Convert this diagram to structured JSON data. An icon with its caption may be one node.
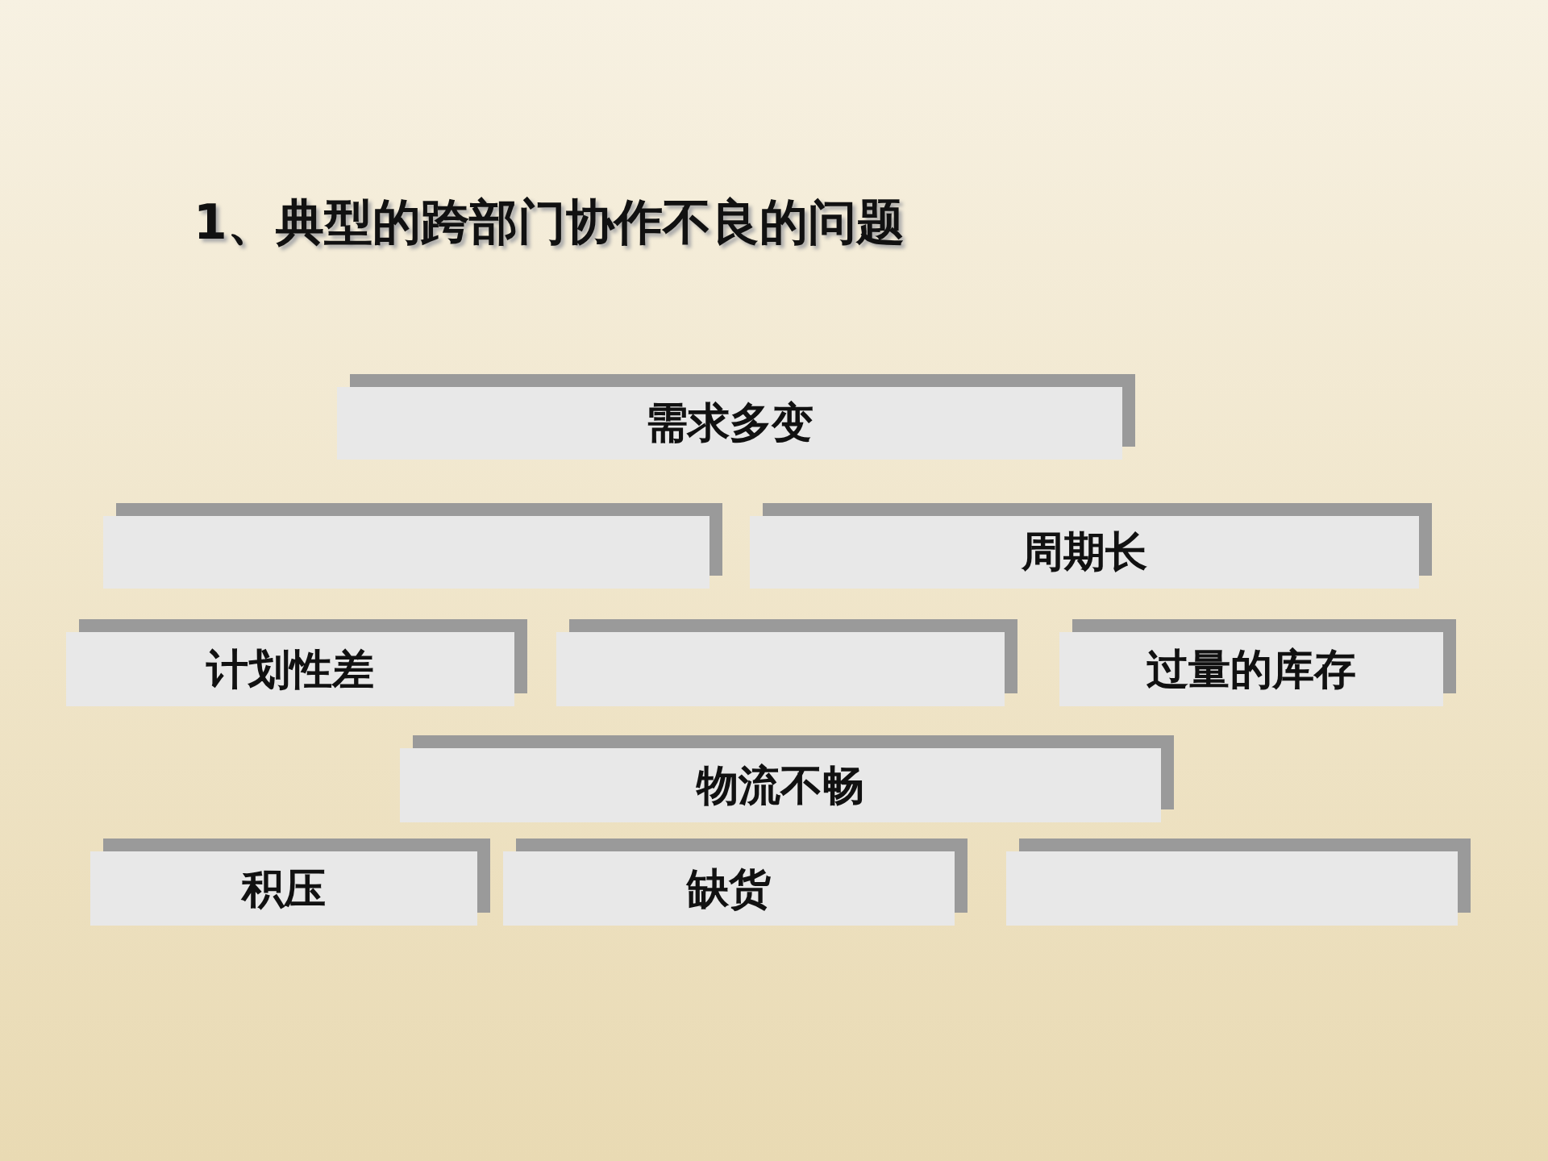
{
  "diagram": {
    "title": "1、典型的跨部门协作不良的问题",
    "nodes": [
      {
        "text": [
          "需求多变"
        ]
      },
      {
        "text": [],
        "shape": "box"
      },
      {
        "text": [
          "周期长"
        ]
      },
      {
        "text": [
          "计划性差"
        ]
      },
      {
        "text": [],
        "shape": "box"
      },
      {
        "text": [
          "过量的库存"
        ]
      },
      {
        "text": [
          "物流不畅"
        ]
      },
      {
        "text": [
          "积压"
        ]
      },
      {
        "text": [
          "缺货"
        ]
      },
      {
        "text": [],
        "shape": "box"
      }
    ]
  }
}
